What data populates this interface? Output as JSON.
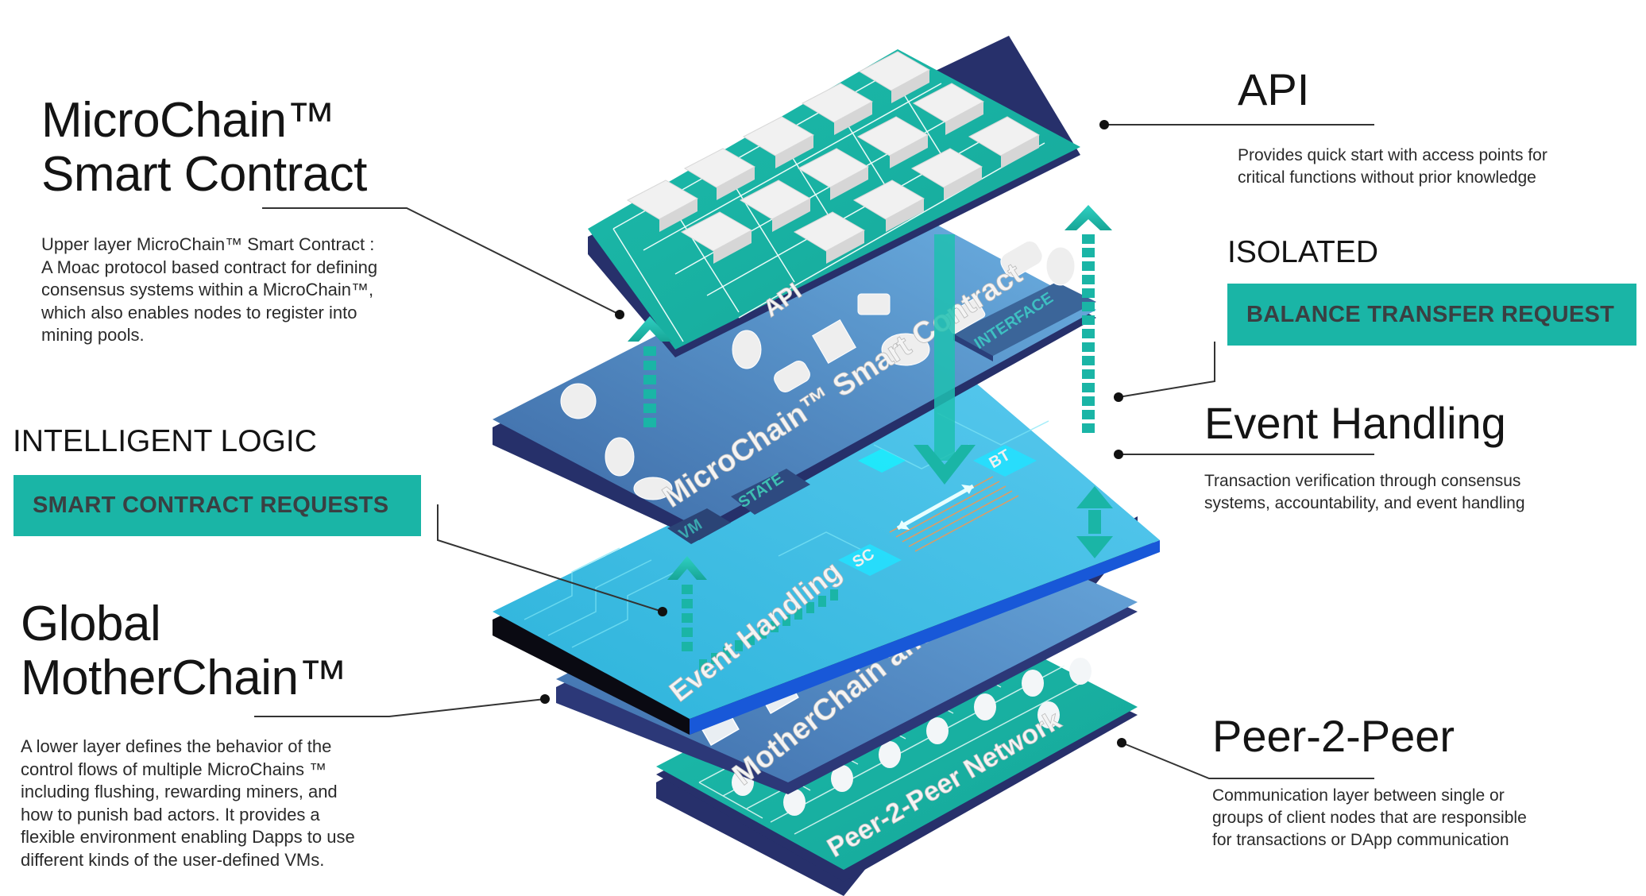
{
  "colors": {
    "teal": "#1ab5a6",
    "teal_dark": "#14948a",
    "navy": "#27306b",
    "blue_layer": "#4a7bb5",
    "light_blue_layer": "#6aaee0",
    "circuit_layer": "#3cc4e6",
    "text_dark": "#141414",
    "tag_text": "#3a3f42"
  },
  "left": {
    "microchain": {
      "title_line1": "MicroChain™",
      "title_line2": "Smart Contract",
      "description": [
        "Upper layer MicroChain™ Smart Contract :",
        "A  Moac  protocol based contract for defining",
        "consensus systems within  a MicroChain™,",
        "which also enables nodes to register into",
        "mining pools."
      ]
    },
    "intelligent_logic": {
      "heading": "INTELLIGENT LOGIC",
      "tag": "SMART CONTRACT REQUESTS"
    },
    "motherchain": {
      "title_line1": "Global",
      "title_line2": "MotherChain™",
      "description": [
        "A lower layer defines the behavior of the",
        "control flows of multiple MicroChains ™",
        "including flushing, rewarding miners, and",
        "how to punish bad actors. It provides a",
        "flexible environment enabling Dapps to use",
        "different kinds of the user-defined VMs."
      ]
    }
  },
  "right": {
    "api": {
      "title": "API",
      "description": [
        "Provides quick start with access points for",
        "critical functions without prior knowledge"
      ]
    },
    "isolated": {
      "heading": "ISOLATED",
      "tag": "BALANCE TRANSFER REQUEST"
    },
    "event_handling": {
      "title": "Event Handling",
      "description": [
        "Transaction verification through consensus",
        "systems, accountability, and event handling"
      ]
    },
    "p2p": {
      "title": "Peer-2-Peer",
      "description": [
        "Communication layer between single or",
        "groups of client nodes that are responsible",
        "for transactions or DApp communication"
      ]
    }
  },
  "stack": {
    "api_layer_label": "API",
    "smart_contract_layer_label": "MicroChain™ Smart Contract",
    "interface_label": "INTERFACE",
    "state_label": "STATE",
    "vm_label": "VM",
    "sc_chip_label": "SC",
    "bt_chip_label": "BT",
    "event_layer_label": "Event Handling",
    "motherchain_layer_label": "MotherChain and Data",
    "p2p_layer_label": "Peer-2-Peer Network",
    "api_icons": [
      "building-icon",
      "robot-icon",
      "factory-icon",
      "disc-icon",
      "cloud-icon",
      "pickaxe-icon",
      "monitor-icon",
      "pie-chart-icon",
      "gamepad-icon",
      "computer-icon",
      "laptop-icon",
      "truck-icon",
      "phone-icon",
      "bitcoin-icon"
    ]
  }
}
